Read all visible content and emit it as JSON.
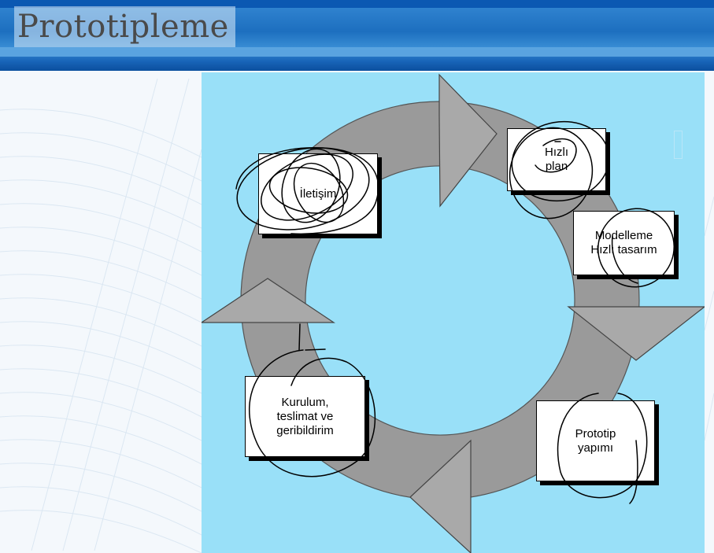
{
  "slide": {
    "title": "Prototipleme"
  },
  "diagram": {
    "type": "cycle",
    "steps": [
      {
        "id": "iletisim",
        "label": "İletişim"
      },
      {
        "id": "hizli-plan",
        "label": "Hızlı\nplan"
      },
      {
        "id": "modelleme",
        "label": "Modelleme\nHızlı tasarım"
      },
      {
        "id": "prototip",
        "label": "Prototip\nyapımı"
      },
      {
        "id": "kurulum",
        "label": "Kurulum,\nteslimat ve\ngeribildirim"
      }
    ],
    "colors": {
      "panel": "#99e0f8",
      "ring": "#9a9a9a",
      "arrow": "#a9a9a9",
      "box": "#ffffff"
    }
  }
}
